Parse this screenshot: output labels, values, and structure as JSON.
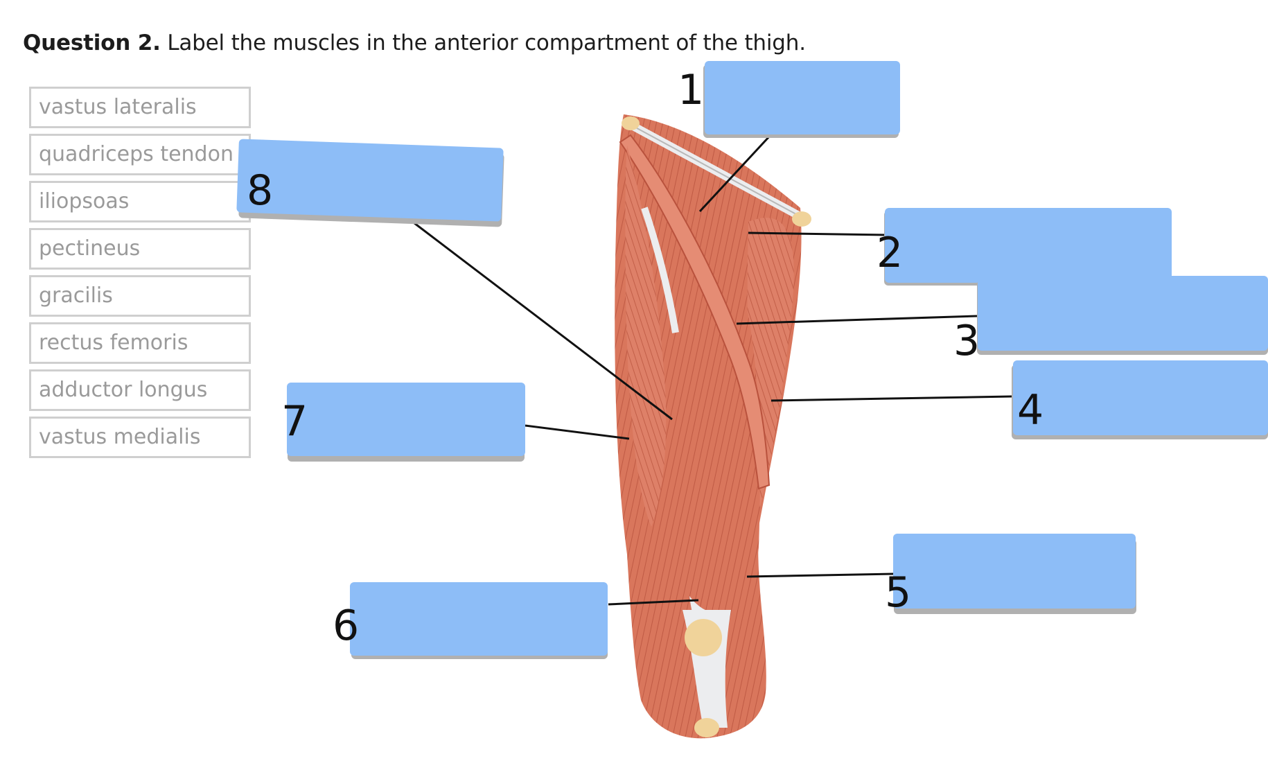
{
  "question": {
    "label": "Question 2.",
    "text": "Label the muscles in the anterior compartment of the thigh."
  },
  "word_bank": [
    "vastus lateralis",
    "quadriceps tendon",
    "iliopsoas",
    "pectineus",
    "gracilis",
    "rectus femoris",
    "adductor longus",
    "vastus medialis"
  ],
  "label_numbers": [
    "1",
    "2",
    "3",
    "4",
    "5",
    "6",
    "7",
    "8"
  ],
  "colors": {
    "dropzone": "#8dbdf7",
    "muscle": "#d9765c",
    "muscle_dark": "#b9523d",
    "tendon": "#ecedef",
    "bone": "#f0d39a"
  }
}
